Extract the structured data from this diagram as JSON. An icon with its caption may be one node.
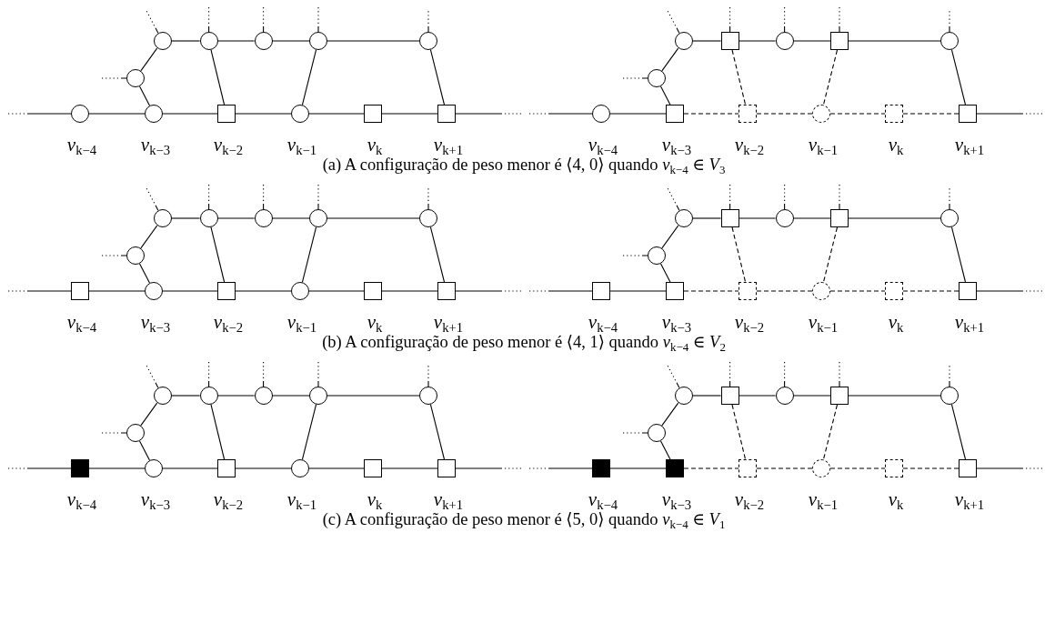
{
  "diagram": {
    "nodes": [
      {
        "text": [],
        "shape": "circle"
      },
      {
        "text": [],
        "shape": "circle"
      },
      {
        "text": [],
        "shape": "circle"
      },
      {
        "text": [],
        "shape": "circle"
      },
      {
        "text": [],
        "shape": "circle"
      },
      {
        "text": [],
        "shape": "circle"
      },
      {
        "text": [],
        "shape": "circle",
        "beside": [
          "*v*$_{k−4}$"
        ]
      },
      {
        "text": [],
        "shape": "circle",
        "beside": [
          "*v*$_{k−3}$"
        ]
      },
      {
        "text": [],
        "shape": "box",
        "beside": [
          "*v*$_{k−2}$"
        ]
      },
      {
        "text": [],
        "shape": "circle",
        "beside": [
          "*v*$_{k−1}$"
        ]
      },
      {
        "text": [],
        "shape": "box",
        "beside": [
          "*v*$_{k}$"
        ]
      },
      {
        "text": [],
        "shape": "box",
        "beside": [
          "*v*$_{k+1}$"
        ]
      },
      {
        "text": [],
        "shape": "circle"
      },
      {
        "text": [],
        "shape": "box"
      },
      {
        "text": [],
        "shape": "circle"
      },
      {
        "text": [],
        "shape": "box"
      },
      {
        "text": [],
        "shape": "circle"
      },
      {
        "text": [],
        "shape": "circle"
      },
      {
        "text": [],
        "shape": "circle",
        "beside": [
          "*v*$_{k−4}$"
        ]
      },
      {
        "text": [],
        "shape": "box",
        "beside": [
          "*v*$_{k−3}$"
        ]
      },
      {
        "text": [],
        "shape": "dashed-box",
        "beside": [
          "*v*$_{k−2}$"
        ]
      },
      {
        "text": [],
        "shape": "dashed-circle",
        "beside": [
          "*v*$_{k−1}$"
        ]
      },
      {
        "text": [],
        "shape": "dashed-box",
        "beside": [
          "*v*$_{k}$"
        ]
      },
      {
        "text": [],
        "shape": "box",
        "beside": [
          "*v*$_{k+1}$"
        ]
      },
      {
        "text": [],
        "shape": "circle"
      },
      {
        "text": [],
        "shape": "circle"
      },
      {
        "text": [],
        "shape": "circle"
      },
      {
        "text": [],
        "shape": "circle"
      },
      {
        "text": [],
        "shape": "circle"
      },
      {
        "text": [],
        "shape": "circle"
      },
      {
        "text": [],
        "shape": "box",
        "beside": [
          "*v*$_{k−4}$"
        ]
      },
      {
        "text": [],
        "shape": "circle",
        "beside": [
          "*v*$_{k−3}$"
        ]
      },
      {
        "text": [],
        "shape": "box",
        "beside": [
          "*v*$_{k−2}$"
        ]
      },
      {
        "text": [],
        "shape": "circle",
        "beside": [
          "*v*$_{k−1}$"
        ]
      },
      {
        "text": [],
        "shape": "box",
        "beside": [
          "*v*$_{k}$"
        ]
      },
      {
        "text": [],
        "shape": "box",
        "beside": [
          "*v*$_{k+1}$"
        ]
      },
      {
        "text": [],
        "shape": "circle"
      },
      {
        "text": [],
        "shape": "box"
      },
      {
        "text": [],
        "shape": "circle"
      },
      {
        "text": [],
        "shape": "box"
      },
      {
        "text": [],
        "shape": "circle"
      },
      {
        "text": [],
        "shape": "circle"
      },
      {
        "text": [],
        "shape": "box",
        "beside": [
          "*v*$_{k−4}$"
        ]
      },
      {
        "text": [],
        "shape": "box",
        "beside": [
          "*v*$_{k−3}$"
        ]
      },
      {
        "text": [],
        "shape": "dashed-box",
        "beside": [
          "*v*$_{k−2}$"
        ]
      },
      {
        "text": [],
        "shape": "dashed-circle",
        "beside": [
          "*v*$_{k−1}$"
        ]
      },
      {
        "text": [],
        "shape": "dashed-box",
        "beside": [
          "*v*$_{k}$"
        ]
      },
      {
        "text": [],
        "shape": "box",
        "beside": [
          "*v*$_{k+1}$"
        ]
      },
      {
        "text": [],
        "shape": "circle"
      },
      {
        "text": [],
        "shape": "circle"
      },
      {
        "text": [],
        "shape": "circle"
      },
      {
        "text": [],
        "shape": "circle"
      },
      {
        "text": [],
        "shape": "circle"
      },
      {
        "text": [],
        "shape": "circle"
      },
      {
        "text": [],
        "shape": "filled-box",
        "beside": [
          "*v*$_{k−4}$"
        ]
      },
      {
        "text": [],
        "shape": "circle",
        "beside": [
          "*v*$_{k−3}$"
        ]
      },
      {
        "text": [],
        "shape": "box",
        "beside": [
          "*v*$_{k−2}$"
        ]
      },
      {
        "text": [],
        "shape": "circle",
        "beside": [
          "*v*$_{k−1}$"
        ]
      },
      {
        "text": [],
        "shape": "box",
        "beside": [
          "*v*$_{k}$"
        ]
      },
      {
        "text": [],
        "shape": "box",
        "beside": [
          "*v*$_{k+1}$"
        ]
      },
      {
        "text": [],
        "shape": "circle"
      },
      {
        "text": [],
        "shape": "box"
      },
      {
        "text": [],
        "shape": "circle"
      },
      {
        "text": [],
        "shape": "box"
      },
      {
        "text": [],
        "shape": "circle"
      },
      {
        "text": [],
        "shape": "circle"
      },
      {
        "text": [],
        "shape": "filled-box",
        "beside": [
          "*v*$_{k−4}$"
        ]
      },
      {
        "text": [],
        "shape": "filled-box",
        "beside": [
          "*v*$_{k−3}$"
        ]
      },
      {
        "text": [],
        "shape": "dashed-box",
        "beside": [
          "*v*$_{k−2}$"
        ]
      },
      {
        "text": [],
        "shape": "dashed-circle",
        "beside": [
          "*v*$_{k−1}$"
        ]
      },
      {
        "text": [],
        "shape": "dashed-box",
        "beside": [
          "*v*$_{k}$"
        ]
      },
      {
        "text": [],
        "shape": "box",
        "beside": [
          "*v*$_{k+1}$"
        ]
      }
    ],
    "edges": [
      {
        "from": null,
        "to": 0,
        "arrow": "none",
        "style": "dashed"
      },
      {
        "from": null,
        "to": 1,
        "arrow": "none",
        "style": "dashed"
      },
      {
        "from": null,
        "to": 2,
        "arrow": "none",
        "style": "dashed"
      },
      {
        "from": null,
        "to": 3,
        "arrow": "none",
        "style": "dashed"
      },
      {
        "from": null,
        "to": 4,
        "arrow": "none",
        "style": "dashed"
      },
      {
        "from": null,
        "to": 5,
        "arrow": "none",
        "style": "dashed"
      },
      {
        "from": 0,
        "to": 1,
        "arrow": "none"
      },
      {
        "from": 1,
        "to": 2,
        "arrow": "none"
      },
      {
        "from": 2,
        "to": 3,
        "arrow": "none"
      },
      {
        "from": 3,
        "to": 4,
        "arrow": "none"
      },
      {
        "from": 5,
        "to": 0,
        "arrow": "none"
      },
      {
        "from": 5,
        "to": 7,
        "arrow": "none"
      },
      {
        "from": 1,
        "to": 8,
        "arrow": "none"
      },
      {
        "from": 3,
        "to": 9,
        "arrow": "none"
      },
      {
        "from": 4,
        "to": 11,
        "arrow": "none"
      },
      {
        "from": null,
        "to": 6,
        "arrow": "none",
        "style": "dashed"
      },
      {
        "from": 6,
        "to": 7,
        "arrow": "none"
      },
      {
        "from": 7,
        "to": 8,
        "arrow": "none"
      },
      {
        "from": 8,
        "to": 9,
        "arrow": "none"
      },
      {
        "from": 9,
        "to": 10,
        "arrow": "none"
      },
      {
        "from": 10,
        "to": 11,
        "arrow": "none"
      },
      {
        "from": 11,
        "to": null,
        "arrow": "none",
        "style": "dashed"
      },
      {
        "from": null,
        "to": 12,
        "arrow": "none",
        "style": "dashed"
      },
      {
        "from": null,
        "to": 13,
        "arrow": "none",
        "style": "dashed"
      },
      {
        "from": null,
        "to": 14,
        "arrow": "none",
        "style": "dashed"
      },
      {
        "from": null,
        "to": 15,
        "arrow": "none",
        "style": "dashed"
      },
      {
        "from": null,
        "to": 16,
        "arrow": "none",
        "style": "dashed"
      },
      {
        "from": null,
        "to": 17,
        "arrow": "none",
        "style": "dashed"
      },
      {
        "from": 12,
        "to": 13,
        "arrow": "none"
      },
      {
        "from": 13,
        "to": 14,
        "arrow": "none"
      },
      {
        "from": 14,
        "to": 15,
        "arrow": "none"
      },
      {
        "from": 15,
        "to": 16,
        "arrow": "none"
      },
      {
        "from": 17,
        "to": 12,
        "arrow": "none"
      },
      {
        "from": 17,
        "to": 19,
        "arrow": "none"
      },
      {
        "from": 13,
        "to": 20,
        "arrow": "none",
        "style": "dashed"
      },
      {
        "from": 15,
        "to": 21,
        "arrow": "none",
        "style": "dashed"
      },
      {
        "from": 16,
        "to": 23,
        "arrow": "none"
      },
      {
        "from": null,
        "to": 18,
        "arrow": "none",
        "style": "dashed"
      },
      {
        "from": 18,
        "to": 19,
        "arrow": "none"
      },
      {
        "from": 19,
        "to": 20,
        "arrow": "none",
        "style": "dashed"
      },
      {
        "from": 20,
        "to": 21,
        "arrow": "none",
        "style": "dashed"
      },
      {
        "from": 21,
        "to": 22,
        "arrow": "none",
        "style": "dashed"
      },
      {
        "from": 22,
        "to": 23,
        "arrow": "none",
        "style": "dashed"
      },
      {
        "from": 23,
        "to": null,
        "arrow": "none",
        "style": "dashed"
      },
      {
        "from": null,
        "to": 24,
        "arrow": "none",
        "style": "dashed"
      },
      {
        "from": null,
        "to": 25,
        "arrow": "none",
        "style": "dashed"
      },
      {
        "from": null,
        "to": 26,
        "arrow": "none",
        "style": "dashed"
      },
      {
        "from": null,
        "to": 27,
        "arrow": "none",
        "style": "dashed"
      },
      {
        "from": null,
        "to": 28,
        "arrow": "none",
        "style": "dashed"
      },
      {
        "from": null,
        "to": 29,
        "arrow": "none",
        "style": "dashed"
      },
      {
        "from": 24,
        "to": 25,
        "arrow": "none"
      },
      {
        "from": 25,
        "to": 26,
        "arrow": "none"
      },
      {
        "from": 26,
        "to": 27,
        "arrow": "none"
      },
      {
        "from": 27,
        "to": 28,
        "arrow": "none"
      },
      {
        "from": 29,
        "to": 24,
        "arrow": "none"
      },
      {
        "from": 29,
        "to": 31,
        "arrow": "none"
      },
      {
        "from": 25,
        "to": 32,
        "arrow": "none"
      },
      {
        "from": 27,
        "to": 33,
        "arrow": "none"
      },
      {
        "from": 28,
        "to": 35,
        "arrow": "none"
      },
      {
        "from": null,
        "to": 30,
        "arrow": "none",
        "style": "dashed"
      },
      {
        "from": 30,
        "to": 31,
        "arrow": "none"
      },
      {
        "from": 31,
        "to": 32,
        "arrow": "none"
      },
      {
        "from": 32,
        "to": 33,
        "arrow": "none"
      },
      {
        "from": 33,
        "to": 34,
        "arrow": "none"
      },
      {
        "from": 34,
        "to": 35,
        "arrow": "none"
      },
      {
        "from": 35,
        "to": null,
        "arrow": "none",
        "style": "dashed"
      },
      {
        "from": null,
        "to": 36,
        "arrow": "none",
        "style": "dashed"
      },
      {
        "from": null,
        "to": 37,
        "arrow": "none",
        "style": "dashed"
      },
      {
        "from": null,
        "to": 38,
        "arrow": "none",
        "style": "dashed"
      },
      {
        "from": null,
        "to": 39,
        "arrow": "none",
        "style": "dashed"
      },
      {
        "from": null,
        "to": 40,
        "arrow": "none",
        "style": "dashed"
      },
      {
        "from": null,
        "to": 41,
        "arrow": "none",
        "style": "dashed"
      },
      {
        "from": 36,
        "to": 37,
        "arrow": "none"
      },
      {
        "from": 37,
        "to": 38,
        "arrow": "none"
      },
      {
        "from": 38,
        "to": 39,
        "arrow": "none"
      },
      {
        "from": 39,
        "to": 40,
        "arrow": "none"
      },
      {
        "from": 41,
        "to": 36,
        "arrow": "none"
      },
      {
        "from": 41,
        "to": 43,
        "arrow": "none"
      },
      {
        "from": 37,
        "to": 44,
        "arrow": "none",
        "style": "dashed"
      },
      {
        "from": 39,
        "to": 45,
        "arrow": "none",
        "style": "dashed"
      },
      {
        "from": 40,
        "to": 47,
        "arrow": "none"
      },
      {
        "from": null,
        "to": 42,
        "arrow": "none",
        "style": "dashed"
      },
      {
        "from": 42,
        "to": 43,
        "arrow": "none"
      },
      {
        "from": 43,
        "to": 44,
        "arrow": "none",
        "style": "dashed"
      },
      {
        "from": 44,
        "to": 45,
        "arrow": "none",
        "style": "dashed"
      },
      {
        "from": 45,
        "to": 46,
        "arrow": "none",
        "style": "dashed"
      },
      {
        "from": 46,
        "to": 47,
        "arrow": "none",
        "style": "dashed"
      },
      {
        "from": 47,
        "to": null,
        "arrow": "none",
        "style": "dashed"
      },
      {
        "from": null,
        "to": 48,
        "arrow": "none",
        "style": "dashed"
      },
      {
        "from": null,
        "to": 49,
        "arrow": "none",
        "style": "dashed"
      },
      {
        "from": null,
        "to": 50,
        "arrow": "none",
        "style": "dashed"
      },
      {
        "from": null,
        "to": 51,
        "arrow": "none",
        "style": "dashed"
      },
      {
        "from": null,
        "to": 52,
        "arrow": "none",
        "style": "dashed"
      },
      {
        "from": null,
        "to": 53,
        "arrow": "none",
        "style": "dashed"
      },
      {
        "from": 48,
        "to": 49,
        "arrow": "none"
      },
      {
        "from": 49,
        "to": 50,
        "arrow": "none"
      },
      {
        "from": 50,
        "to": 51,
        "arrow": "none"
      },
      {
        "from": 51,
        "to": 52,
        "arrow": "none"
      },
      {
        "from": 53,
        "to": 48,
        "arrow": "none"
      },
      {
        "from": 53,
        "to": 55,
        "arrow": "none"
      },
      {
        "from": 49,
        "to": 56,
        "arrow": "none"
      },
      {
        "from": 51,
        "to": 57,
        "arrow": "none"
      },
      {
        "from": 52,
        "to": 59,
        "arrow": "none"
      },
      {
        "from": null,
        "to": 54,
        "arrow": "none",
        "style": "dashed"
      },
      {
        "from": 54,
        "to": 55,
        "arrow": "none"
      },
      {
        "from": 55,
        "to": 56,
        "arrow": "none"
      },
      {
        "from": 56,
        "to": 57,
        "arrow": "none"
      },
      {
        "from": 57,
        "to": 58,
        "arrow": "none"
      },
      {
        "from": 58,
        "to": 59,
        "arrow": "none"
      },
      {
        "from": 59,
        "to": null,
        "arrow": "none",
        "style": "dashed"
      },
      {
        "from": null,
        "to": 60,
        "arrow": "none",
        "style": "dashed"
      },
      {
        "from": null,
        "to": 61,
        "arrow": "none",
        "style": "dashed"
      },
      {
        "from": null,
        "to": 62,
        "arrow": "none",
        "style": "dashed"
      },
      {
        "from": null,
        "to": 63,
        "arrow": "none",
        "style": "dashed"
      },
      {
        "from": null,
        "to": 64,
        "arrow": "none",
        "style": "dashed"
      },
      {
        "from": null,
        "to": 65,
        "arrow": "none",
        "style": "dashed"
      },
      {
        "from": 60,
        "to": 61,
        "arrow": "none"
      },
      {
        "from": 61,
        "to": 62,
        "arrow": "none"
      },
      {
        "from": 62,
        "to": 63,
        "arrow": "none"
      },
      {
        "from": 63,
        "to": 64,
        "arrow": "none"
      },
      {
        "from": 65,
        "to": 60,
        "arrow": "none"
      },
      {
        "from": 65,
        "to": 67,
        "arrow": "none"
      },
      {
        "from": 61,
        "to": 68,
        "arrow": "none",
        "style": "dashed"
      },
      {
        "from": 63,
        "to": 69,
        "arrow": "none",
        "style": "dashed"
      },
      {
        "from": 64,
        "to": 71,
        "arrow": "none"
      },
      {
        "from": null,
        "to": 66,
        "arrow": "none",
        "style": "dashed"
      },
      {
        "from": 66,
        "to": 67,
        "arrow": "none"
      },
      {
        "from": 67,
        "to": 68,
        "arrow": "none",
        "style": "dashed"
      },
      {
        "from": 68,
        "to": 69,
        "arrow": "none",
        "style": "dashed"
      },
      {
        "from": 69,
        "to": 70,
        "arrow": "none",
        "style": "dashed"
      },
      {
        "from": 70,
        "to": 71,
        "arrow": "none",
        "style": "dashed"
      },
      {
        "from": 71,
        "to": null,
        "arrow": "none",
        "style": "dashed"
      }
    ],
    "labels": [
      "(a) A configuração de peso menor é ⟨4, 0⟩ quando *v*$_{k−4}$ ∈ *V*$_{3}$",
      "(b) A configuração de peso menor é ⟨4, 1⟩ quando *v*$_{k−4}$ ∈ *V*$_{2}$",
      "(c) A configuração de peso menor é ⟨5, 0⟩ quando *v*$_{k−4}$ ∈ *V*$_{1}$"
    ]
  }
}
